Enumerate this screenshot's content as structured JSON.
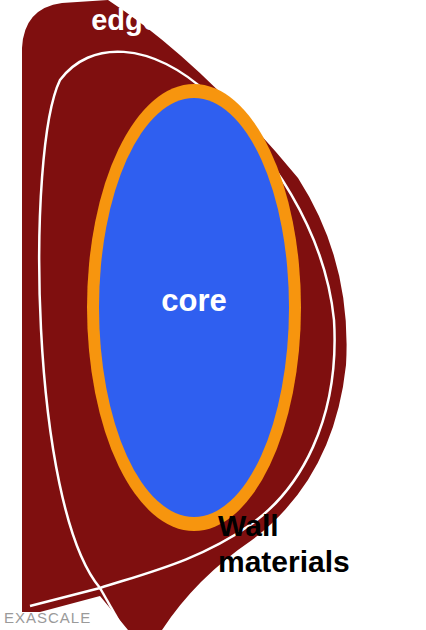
{
  "diagram": {
    "nodes": [
      {
        "text": [
          "edge"
        ]
      },
      {
        "text": [
          "core"
        ],
        "in": 0
      }
    ],
    "labels": [
      "Wall materials",
      "EXASCALE"
    ]
  }
}
